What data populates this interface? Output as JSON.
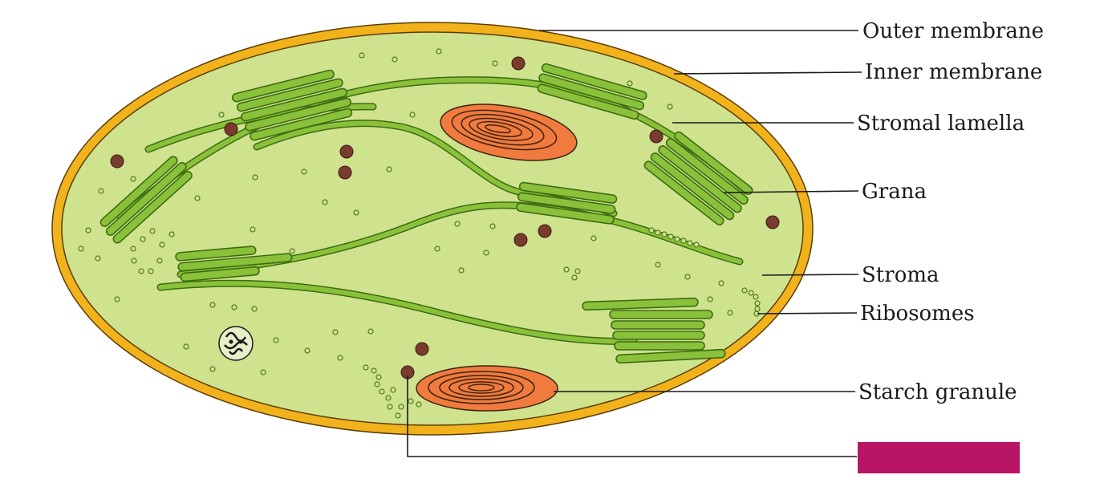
{
  "labels": {
    "outer_membrane": "Outer membrane",
    "inner_membrane": "Inner membrane",
    "stromal_lamella": "Stromal lamella",
    "grana": "Grana",
    "stroma": "Stroma",
    "ribosomes": "Ribosomes",
    "starch_granule": "Starch granule"
  },
  "colors": {
    "outer_membrane": "#f2b21b",
    "stroma": "#cfe28e",
    "lamella_fill": "#8ac13a",
    "lamella_stroke": "#3e6b12",
    "starch_outer": "#f17a3e",
    "starch_ring": "#3a2410",
    "plastoglobule": "#7a3b2f",
    "ribosome_fill": "#cfe28e",
    "ribosome_stroke": "#4d7b1c",
    "answer_box": "#b81566"
  }
}
